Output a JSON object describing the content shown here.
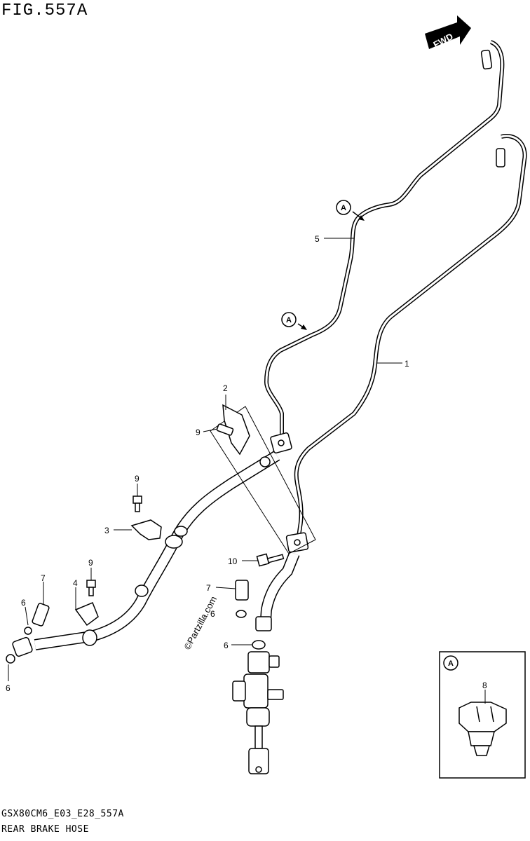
{
  "figure": {
    "title": "FIG.557A",
    "fwd_label": "FWD"
  },
  "callouts": {
    "part_1": "1",
    "part_2": "2",
    "part_3": "3",
    "part_4": "4",
    "part_5": "5",
    "part_6a": "6",
    "part_6b": "6",
    "part_6c": "6",
    "part_6d": "6",
    "part_7a": "7",
    "part_7b": "7",
    "part_8": "8",
    "part_9a": "9",
    "part_9b": "9",
    "part_9c": "9",
    "part_10": "10",
    "ref_a1": "A",
    "ref_a2": "A",
    "ref_a_box": "A"
  },
  "watermark": "©Partzilla.com",
  "footer": {
    "code": "GSX80CM6_E03_E28_557A",
    "name": "REAR BRAKE HOSE"
  }
}
